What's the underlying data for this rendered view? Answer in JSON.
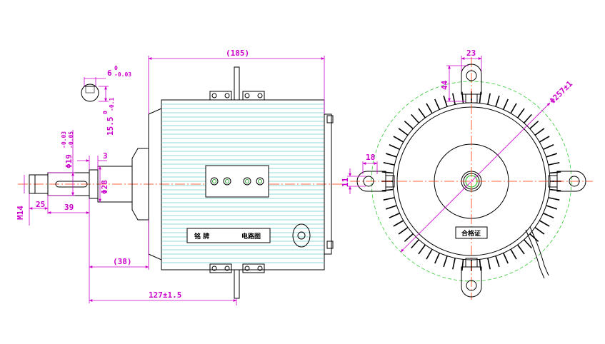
{
  "colors": {
    "dimension": "#cc00cc",
    "centerline": "#ff3300",
    "bolt_circle": "#33cc33",
    "fin_lines": "#66cccc",
    "outline": "#000000"
  },
  "side_view": {
    "overall_length": "(185)",
    "shaft_flat_width": "6",
    "shaft_flat_width_tol_upper": "0",
    "shaft_flat_width_tol_lower": "-0.03",
    "shaft_flat_height": "15.5",
    "shaft_flat_height_tol_upper": "0",
    "shaft_flat_height_tol_lower": "-0.1",
    "shaft_diameter": "Φ19",
    "shaft_diameter_tol_upper": "-0.03",
    "shaft_diameter_tol_lower": "-0.05",
    "step_length": "3",
    "boss_diameter": "Φ28",
    "thread": "M14",
    "thread_length": "25",
    "shaft_length": "39",
    "flange_offset": "(38)",
    "mount_distance": "127±1.5",
    "nameplate_label": "铭    牌",
    "circuit_label": "电路图"
  },
  "front_view": {
    "lug_width": "23",
    "lug_height": "44",
    "bolt_circle_diameter": "Φ257±1",
    "side_lug_width": "18",
    "side_lug_height": "11",
    "certificate_label": "合格证"
  }
}
